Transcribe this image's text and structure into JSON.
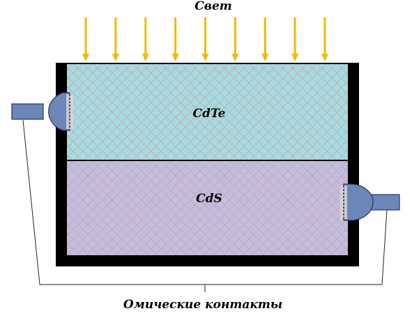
{
  "labels": {
    "light": "Свет",
    "top_layer": "CdTe",
    "bottom_layer": "CdS",
    "contacts": "Омические контакты"
  },
  "colors": {
    "arrow": "#f5b800",
    "top_layer_fill": "#a6dbe2",
    "bottom_layer_fill": "#c2bddf",
    "mesh": "#c8a0a0",
    "frame": "#000000",
    "contact_fill": "#6b86b8",
    "contact_stroke": "#2a3550"
  },
  "light_arrow_count": 9
}
